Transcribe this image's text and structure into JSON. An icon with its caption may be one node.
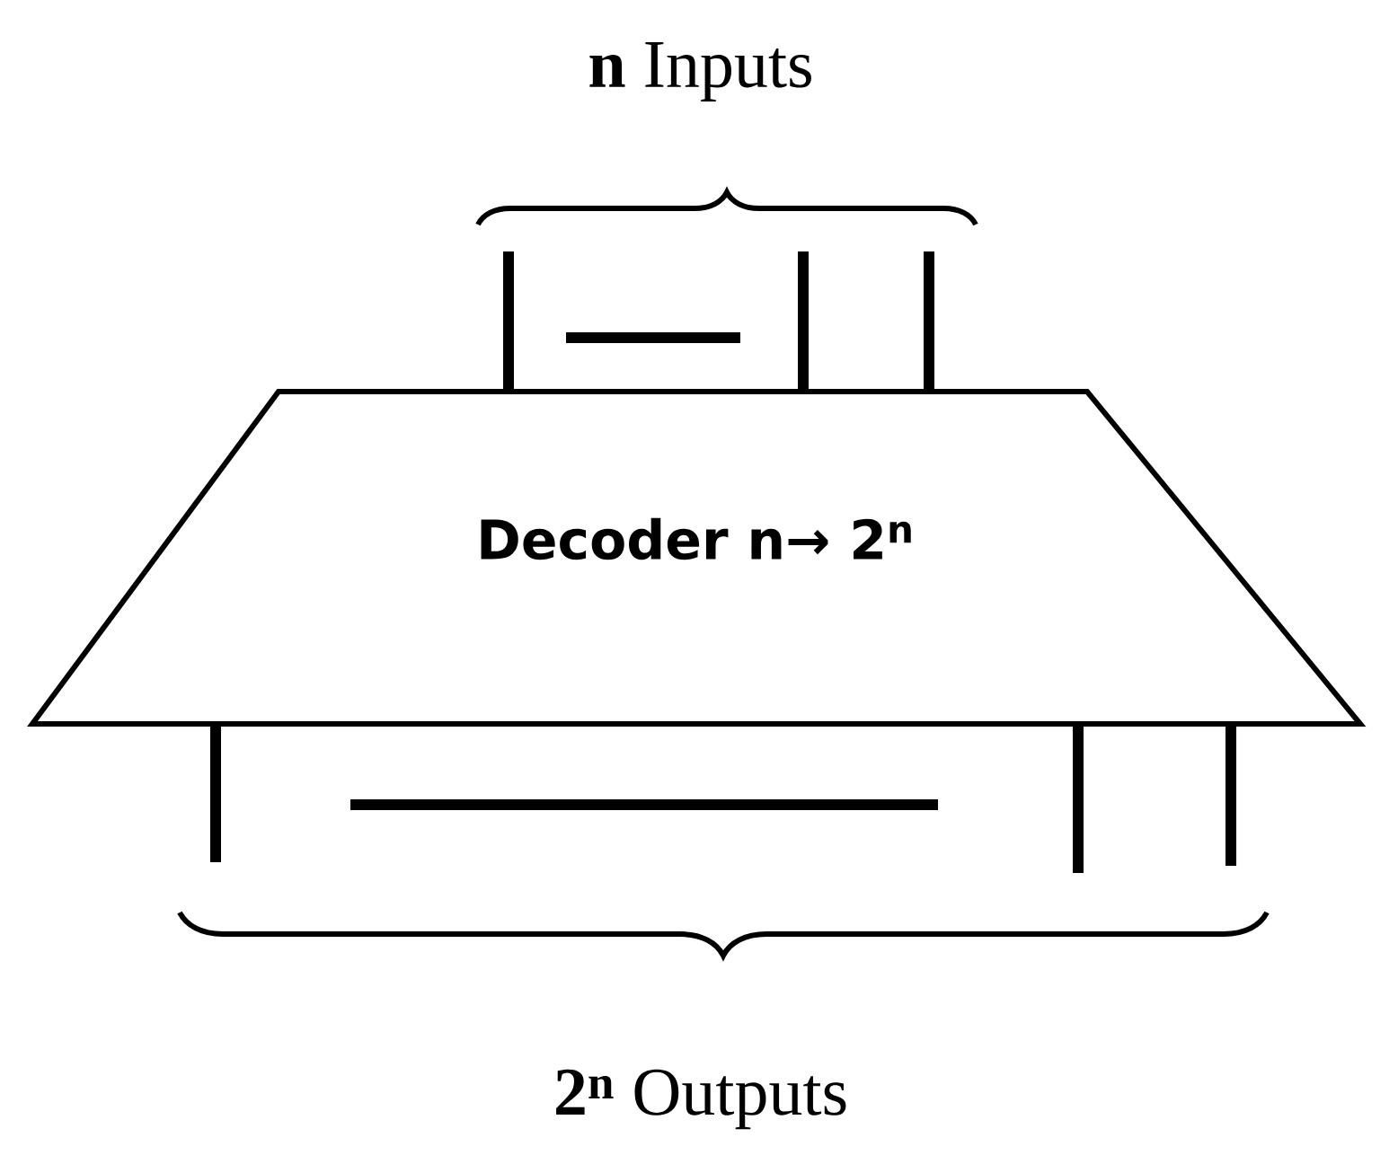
{
  "diagram": {
    "nodes": [
      {
        "text": [
          "Decoder n→ 2$^{n}$"
        ]
      }
    ],
    "labels": [
      "**n** Inputs",
      "**2$^{n}$** Outputs"
    ]
  }
}
